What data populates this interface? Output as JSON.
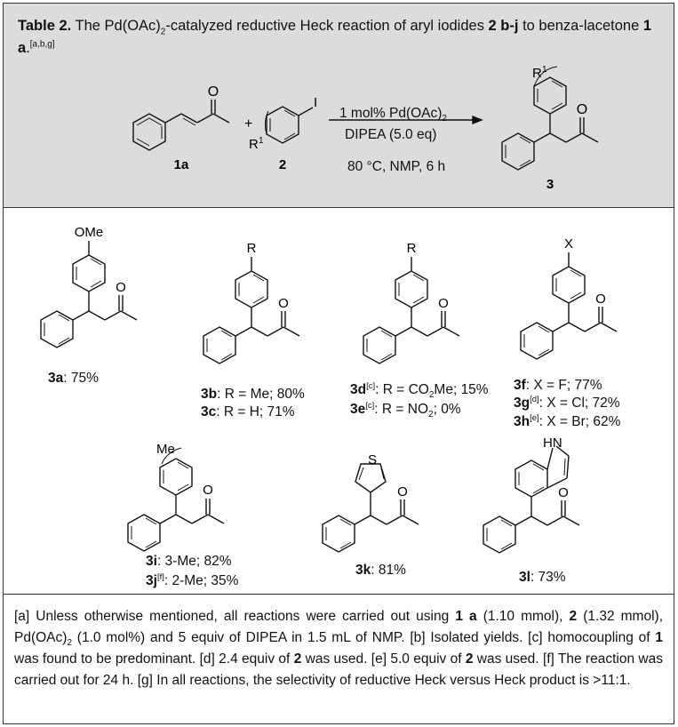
{
  "caption": {
    "prefix": "Table 2.",
    "text_a": "The Pd(OAc)",
    "text_b": "-catalyzed reductive Heck reaction of aryl iodides",
    "cmpd_range": "2 b-j",
    "text_c": "to benza-lacetone",
    "cmpd_1a": "1 a",
    "text_d": ".",
    "refs": "[a,b,g]"
  },
  "scheme": {
    "reactant_1_label": "1a",
    "reactant_2_label": "2",
    "product_label": "3",
    "plus": "+",
    "r1": "R",
    "r1_sup": "1",
    "iodo": "I",
    "oxo": "O",
    "cond_1": "1 mol% Pd(OAc)",
    "cond_2": "DIPEA (5.0 eq)",
    "cond_3": "80 °C, NMP, 6 h"
  },
  "products": {
    "p3a": {
      "sub": "OMe",
      "label": "3a",
      "text": ": 75%"
    },
    "p3bc": {
      "sub": "R",
      "line1_label": "3b",
      "line1_text": ": R = Me; 80%",
      "line2_label": "3c",
      "line2_text": ": R = H; 71%"
    },
    "p3de": {
      "sub": "R",
      "line1_label": "3d",
      "line1_ref": "[c]",
      "line1_text": ": R = CO",
      "line1_tail": "Me; 15%",
      "line2_label": "3e",
      "line2_ref": "[c]",
      "line2_text": ": R = NO",
      "line2_tail": "; 0%"
    },
    "p3fgh": {
      "sub": "X",
      "line1_label": "3f",
      "line1_text": ": X = F; 77%",
      "line2_label": "3g",
      "line2_ref": "[d]",
      "line2_text": ": X = Cl; 72%",
      "line3_label": "3h",
      "line3_ref": "[e]",
      "line3_text": ": X = Br; 62%"
    },
    "p3ij": {
      "sub": "Me",
      "line1_label": "3i",
      "line1_text": ": 3-Me; 82%",
      "line2_label": "3j",
      "line2_ref": "[f]",
      "line2_text": ": 2-Me; 35%"
    },
    "p3k": {
      "sub": "S",
      "label": "3k",
      "text": ": 81%"
    },
    "p3l": {
      "sub": "HN",
      "label": "3l",
      "text": ": 73%"
    }
  },
  "footnotes": {
    "a1": "[a] Unless otherwise mentioned, all reactions were carried out using",
    "a_c1": "1 a",
    "a2": "(1.10 mmol),",
    "a_c2": "2",
    "a3": "(1.32 mmol), Pd(OAc)",
    "a4": "(1.0 mol%) and 5 equiv of DIPEA in 1.5 mL of NMP.",
    "b": "[b] Isolated yields.",
    "c1": "[c] homocoupling of",
    "c_c": "1",
    "c2": "was found to be predominant.",
    "d1": "[d] 2.4 equiv of",
    "d_c": "2",
    "d2": "was used.",
    "e1": "[e] 5.0 equiv of",
    "e_c": "2",
    "e2": "was used.",
    "f": "[f] The reaction was carried out for 24 h.",
    "g": "[g] In all reactions, the selectivity of reductive Heck versus Heck product is >11:1."
  }
}
